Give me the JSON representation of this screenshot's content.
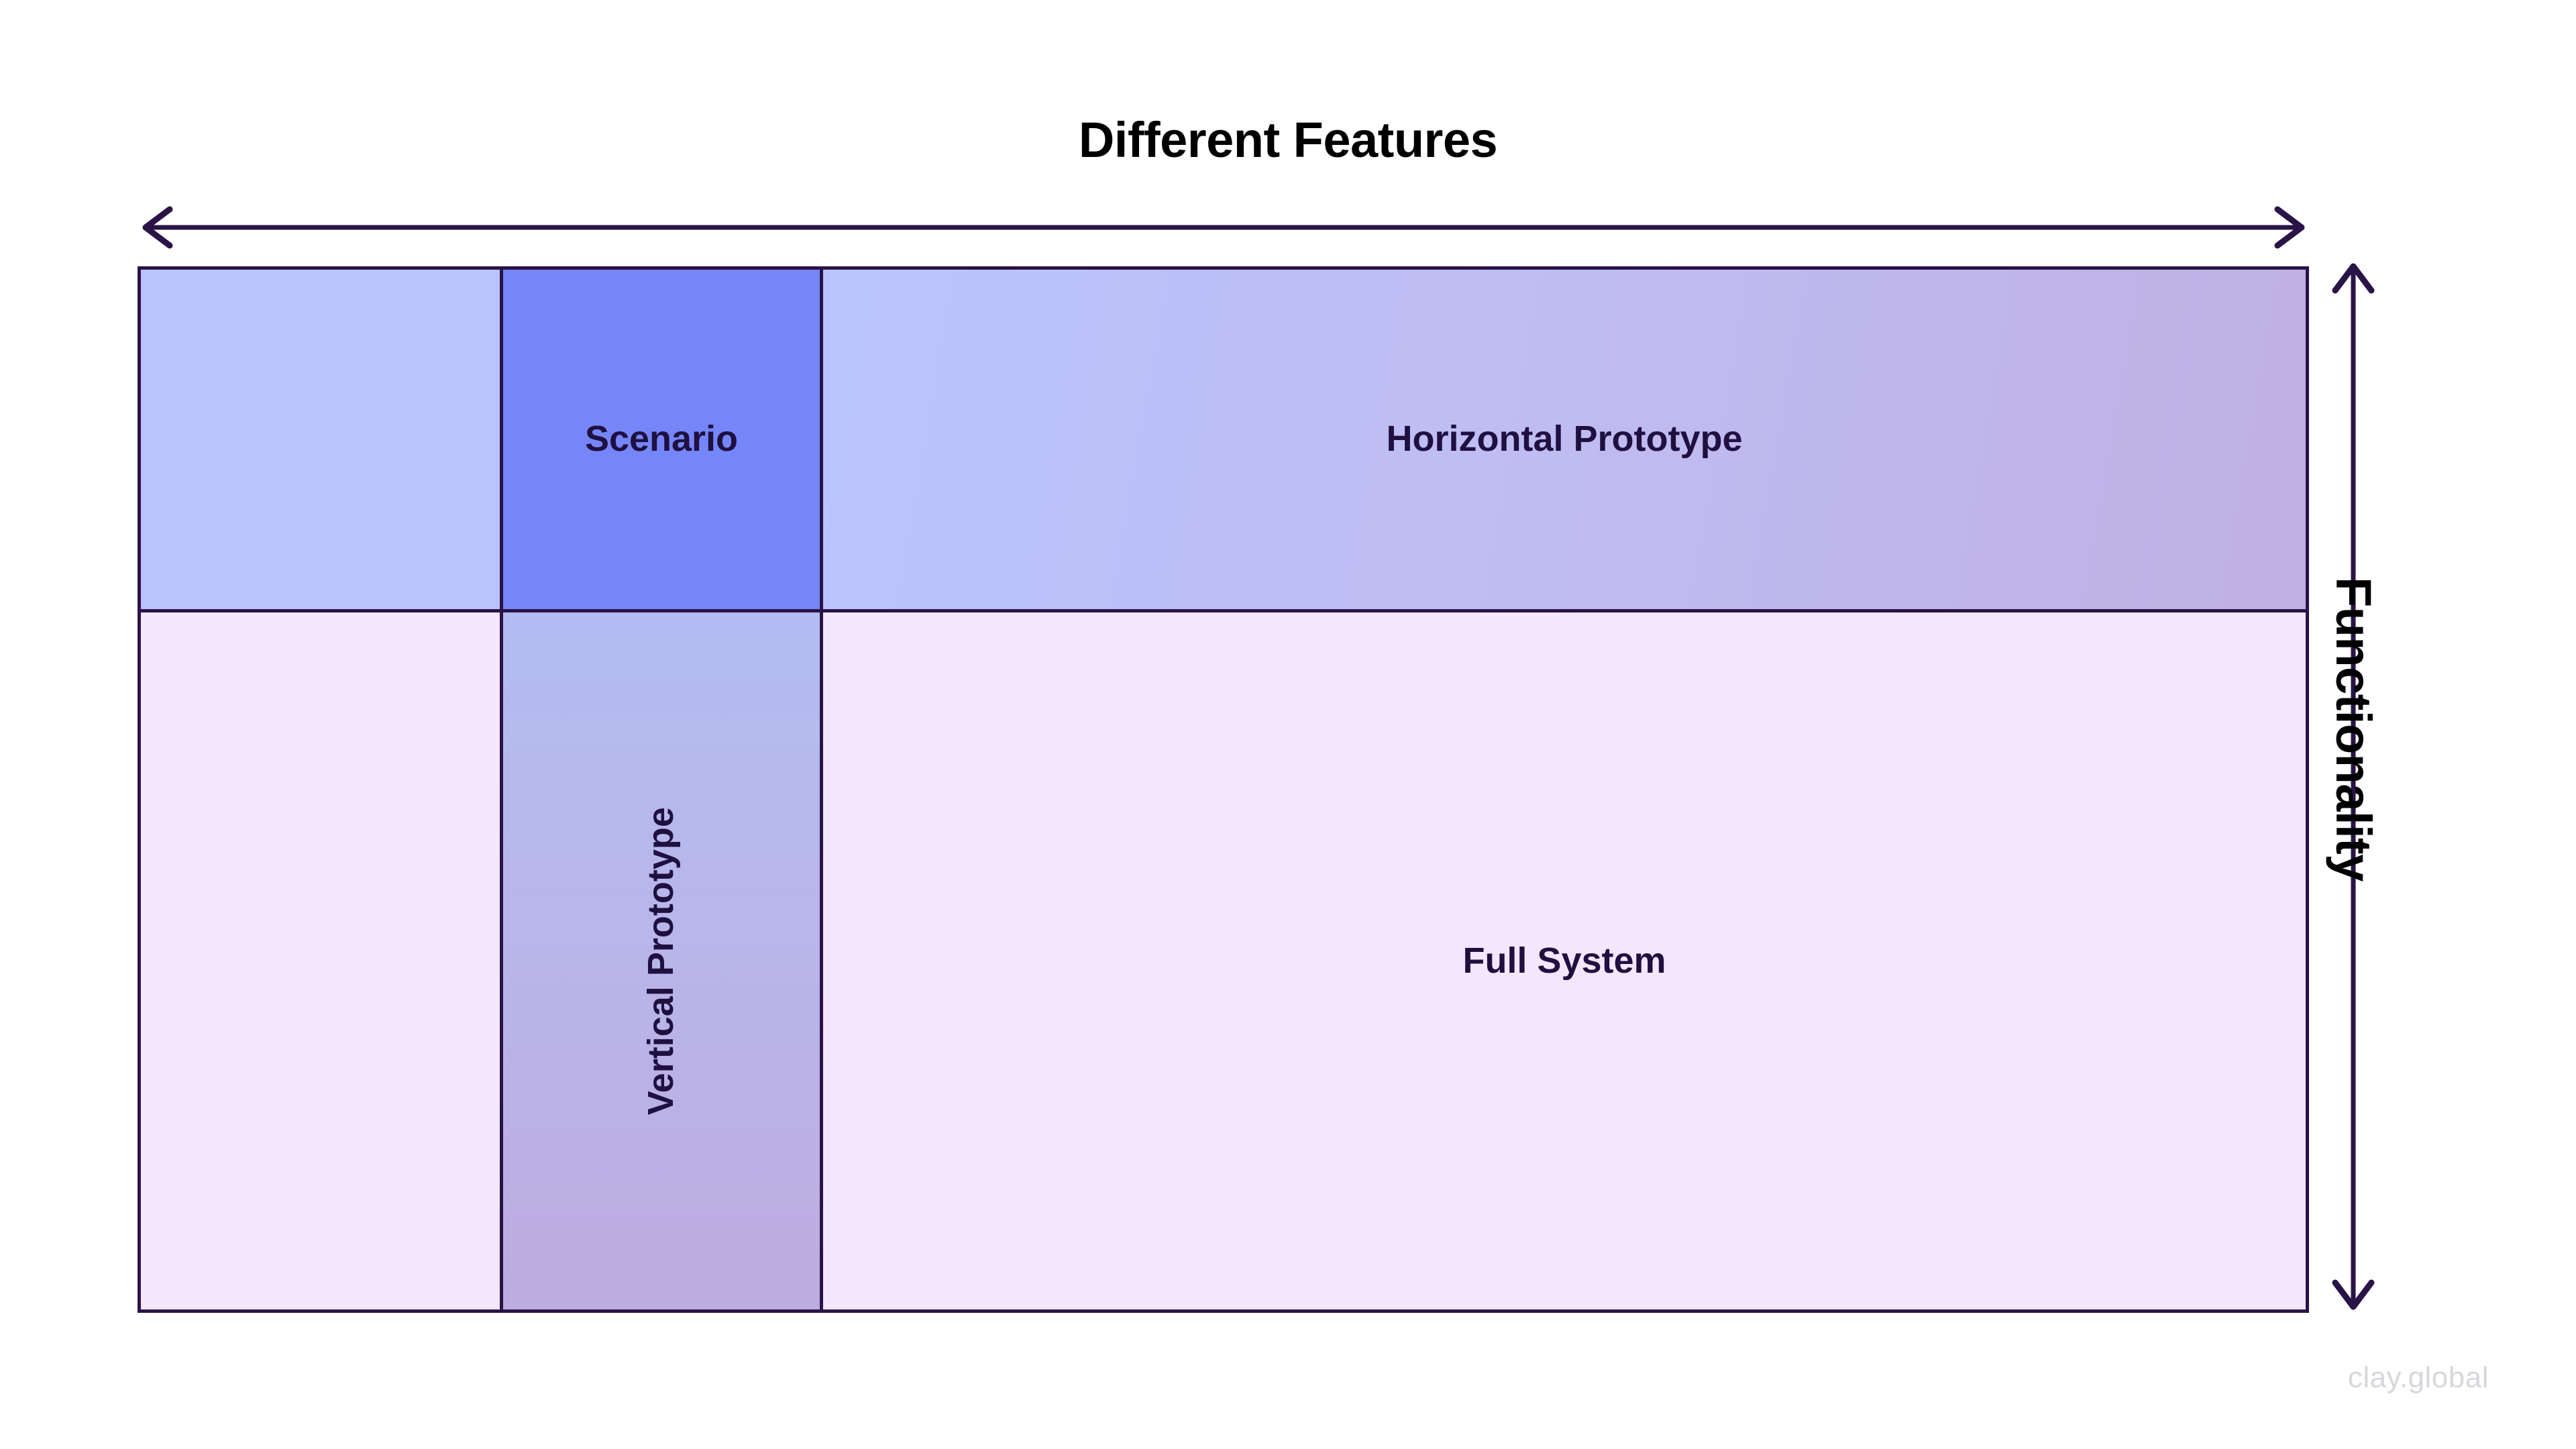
{
  "title": "Different Features",
  "axes": {
    "horizontal": {
      "label": "Different Features",
      "icon": "double-headed-horizontal-arrow-icon"
    },
    "vertical": {
      "label": "Functionality",
      "icon": "double-headed-vertical-arrow-icon"
    }
  },
  "matrix": {
    "columns": 3,
    "rows": 2,
    "cells": [
      {
        "id": "top-left",
        "label": "",
        "row": 1,
        "col": 1,
        "fill": "#b9c4fc",
        "orientation": "none"
      },
      {
        "id": "scenario",
        "label": "Scenario",
        "row": 1,
        "col": 2,
        "fill": "#7586f8",
        "orientation": "horizontal"
      },
      {
        "id": "horizontal",
        "label": "Horizontal Prototype",
        "row": 1,
        "col": 3,
        "fill": "#b9c4fc → #bfb0e2",
        "orientation": "horizontal"
      },
      {
        "id": "bottom-left",
        "label": "",
        "row": 2,
        "col": 1,
        "fill": "#f4e7fd",
        "orientation": "none"
      },
      {
        "id": "vertical",
        "label": "Vertical Prototype",
        "row": 2,
        "col": 2,
        "fill": "#b3bcf2 → #bdacdf",
        "orientation": "vertical"
      },
      {
        "id": "full-system",
        "label": "Full System",
        "row": 2,
        "col": 3,
        "fill": "#f4e7fd",
        "orientation": "horizontal"
      }
    ]
  },
  "colors": {
    "border": "#2a1347",
    "text_dark": "#1f1040",
    "title_text": "#000000",
    "arrow": "#2a1347",
    "watermark": "#d7d7dc",
    "background": "#ffffff"
  },
  "watermark": "clay.global"
}
